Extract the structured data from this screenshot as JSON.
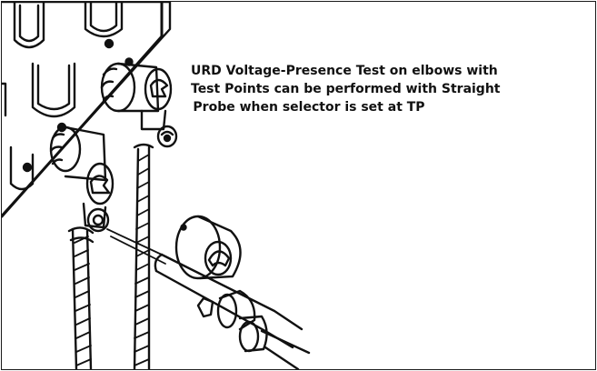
{
  "caption": {
    "line1": "URD Voltage-Presence Test on elbows with",
    "line2": "Test Points can be performed with Straight",
    "line3": "Probe when selector is set at TP"
  },
  "colors": {
    "ink": "#111111",
    "background": "#ffffff",
    "frame": "#1a1a1a"
  }
}
